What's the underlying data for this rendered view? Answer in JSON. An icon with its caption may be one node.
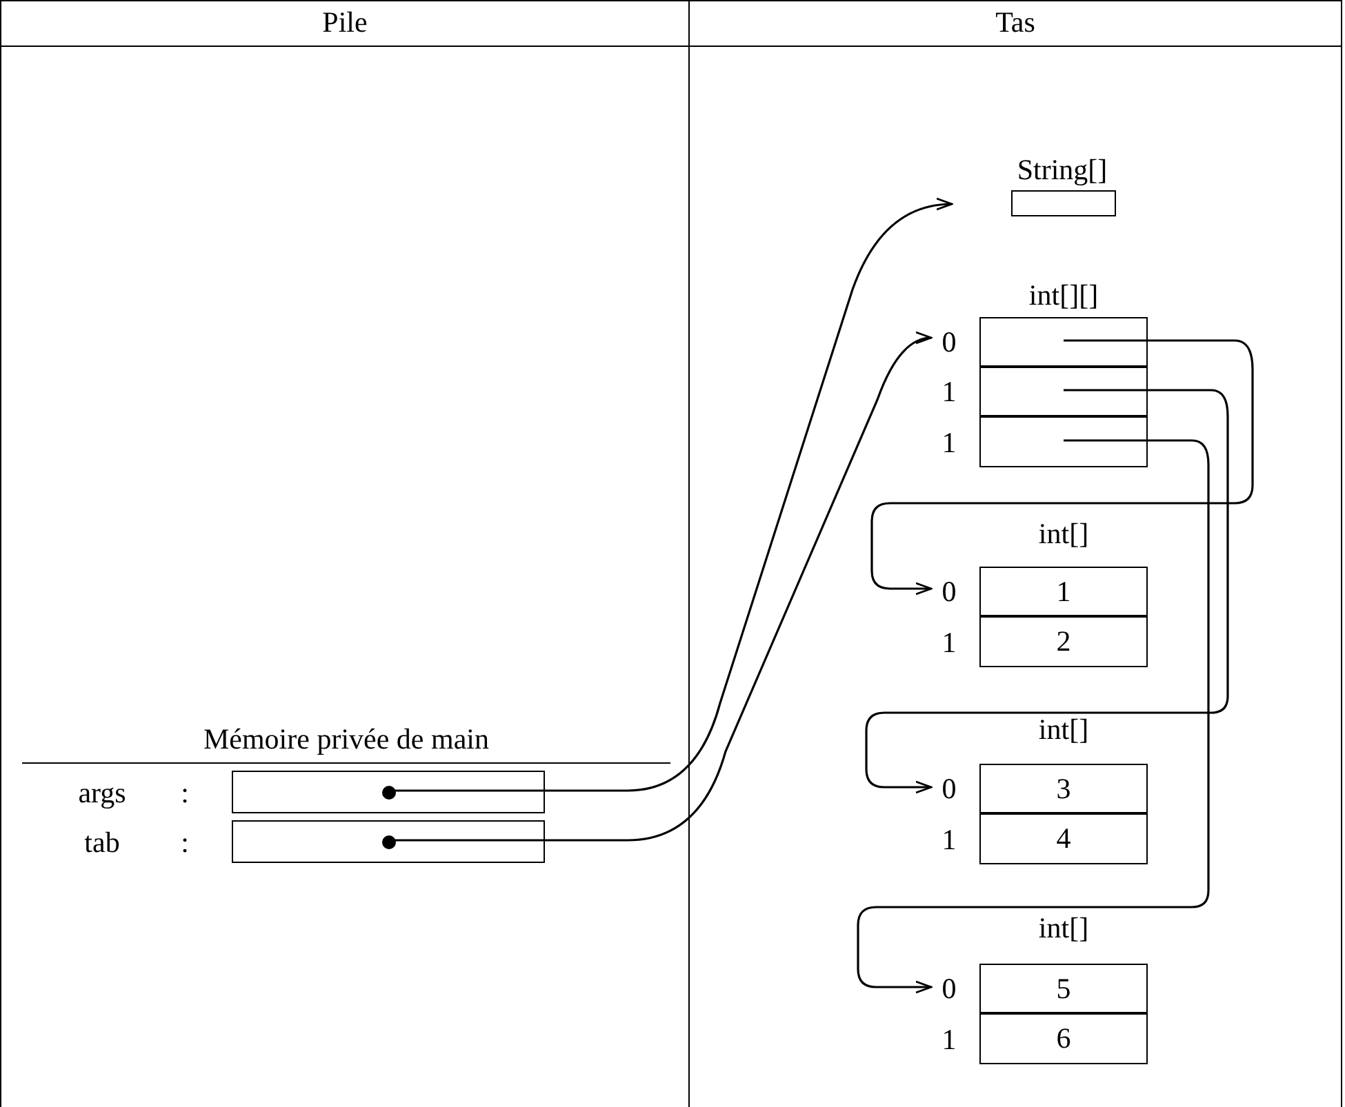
{
  "diagram": {
    "nodes": [
      {
        "text": [
          "Pile"
        ]
      },
      {
        "text": [
          "Tas"
        ]
      },
      {
        "text": [
          "Mémoire privée de main"
        ],
        "in": 0
      },
      {
        "text": [],
        "shape": "box",
        "in": 2,
        "beside": [
          "args",
          ":"
        ]
      },
      {
        "text": [],
        "shape": "box",
        "in": 2,
        "beside": [
          "tab",
          ":"
        ]
      },
      {
        "text": [
          "String[]"
        ],
        "in": 1
      },
      {
        "text": [
          "int[][]"
        ],
        "in": 1
      },
      {
        "text": [],
        "shape": "box",
        "in": 6,
        "beside": [
          "0"
        ]
      },
      {
        "text": [],
        "shape": "box",
        "in": 6,
        "beside": [
          "1"
        ]
      },
      {
        "text": [],
        "shape": "box",
        "in": 6,
        "beside": [
          "1"
        ]
      },
      {
        "text": [
          "int[]"
        ],
        "in": 1
      },
      {
        "text": [
          "1"
        ],
        "in": 10,
        "beside": [
          "0"
        ]
      },
      {
        "text": [
          "2"
        ],
        "in": 10,
        "beside": [
          "1"
        ]
      },
      {
        "text": [
          "int[]"
        ],
        "in": 1
      },
      {
        "text": [
          "3"
        ],
        "in": 13,
        "beside": [
          "0"
        ]
      },
      {
        "text": [
          "4"
        ],
        "in": 13,
        "beside": [
          "1"
        ]
      },
      {
        "text": [
          "int[]"
        ],
        "in": 1
      },
      {
        "text": [
          "5"
        ],
        "in": 16,
        "beside": [
          "0"
        ]
      },
      {
        "text": [
          "6"
        ],
        "in": 16,
        "beside": [
          "1"
        ]
      }
    ],
    "edges": [
      {
        "from": 3,
        "to": 5,
        "arrow": "to"
      },
      {
        "from": 4,
        "to": 6,
        "arrow": "to"
      },
      {
        "from": 7,
        "to": 10,
        "arrow": "to"
      },
      {
        "from": 8,
        "to": 13,
        "arrow": "to"
      },
      {
        "from": 9,
        "to": 16,
        "arrow": "to"
      }
    ]
  }
}
